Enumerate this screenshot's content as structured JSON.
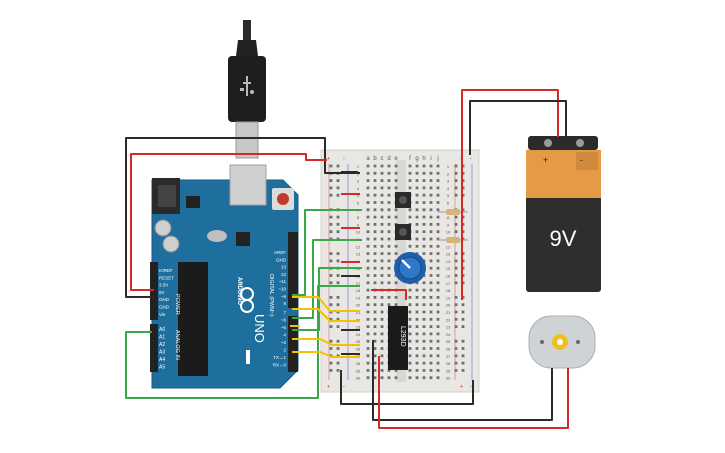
{
  "colors": {
    "wire_red": "#d42a2a",
    "wire_black": "#2b2b2b",
    "wire_green": "#3aa84a",
    "wire_yellow": "#f2c200",
    "arduino_blue": "#1f6f9e",
    "breadboard": "#e9e7e3",
    "battery_orange": "#e79a45",
    "battery_black": "#2e2e2e",
    "knob_blue": "#1f5ea8",
    "motor_gray": "#cfd3d6"
  },
  "arduino": {
    "brand_text": "ARDUINO",
    "model_text": "UNO",
    "digital_label": "DIGITAL (PWM~)",
    "analog_label": "ANALOG IN",
    "power_label": "POWER",
    "power_pins": [
      "IOREF",
      "RESET",
      "3.3V",
      "5V",
      "GND",
      "GND",
      "Vin"
    ],
    "analog_pins": [
      "A0",
      "A1",
      "A2",
      "A3",
      "A4",
      "A5"
    ],
    "top_pins": [
      "AREF",
      "GND",
      "13",
      "12",
      "~11",
      "~10",
      "~9",
      "8"
    ],
    "bottom_pins": [
      "7",
      "~6",
      "~5",
      "4",
      "~3",
      "2",
      "TX→1",
      "RX←0"
    ]
  },
  "breadboard": {
    "columns": [
      "a",
      "b",
      "c",
      "d",
      "e",
      "f",
      "g",
      "h",
      "i",
      "j"
    ],
    "row_numbers": [
      "1",
      "2",
      "3",
      "4",
      "5",
      "6",
      "7",
      "8",
      "9",
      "10",
      "11",
      "12",
      "13",
      "14",
      "15",
      "16",
      "17",
      "18",
      "19",
      "20",
      "21",
      "22",
      "23",
      "24",
      "25",
      "26",
      "27",
      "28",
      "29",
      "30"
    ],
    "plus": "+",
    "minus": "-"
  },
  "chip": {
    "label": "L293D"
  },
  "battery": {
    "label": "9V",
    "plus": "+",
    "minus": "-"
  },
  "icons": [
    "usb-plug-icon",
    "motor-icon",
    "potentiometer-icon",
    "pushbutton-icon",
    "resistor-icon"
  ]
}
